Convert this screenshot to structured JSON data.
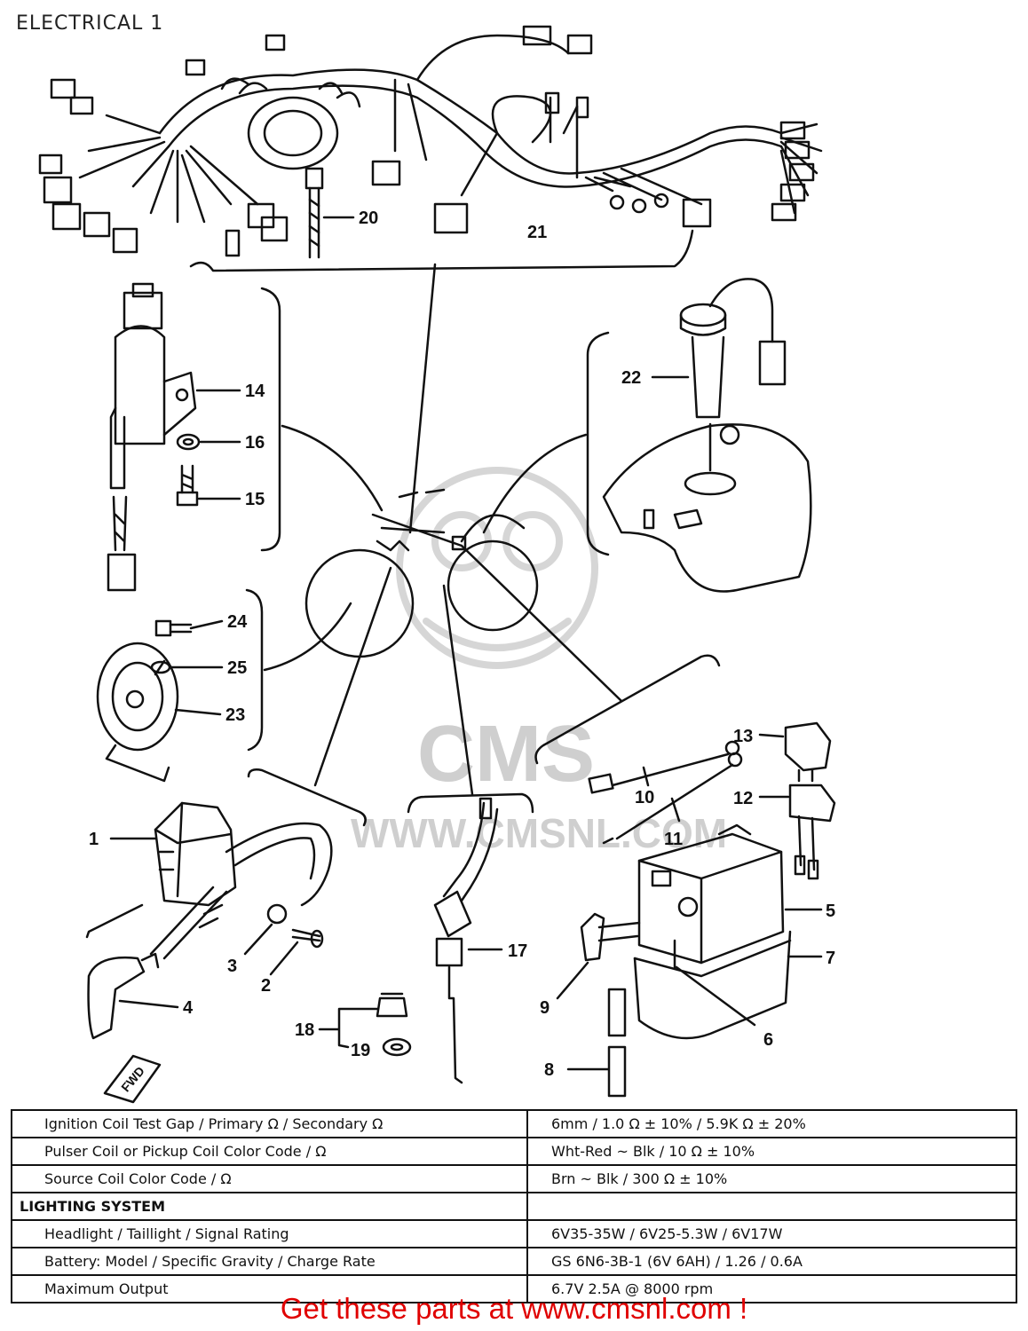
{
  "page": {
    "title": "ELECTRICAL 1"
  },
  "watermark": {
    "brand": "CMS",
    "site": "WWW.CMSNL.COM"
  },
  "fwd_badge": "FWD",
  "callouts": {
    "n1": "1",
    "n2": "2",
    "n3": "3",
    "n4": "4",
    "n5": "5",
    "n6": "6",
    "n7": "7",
    "n8": "8",
    "n9": "9",
    "n10": "10",
    "n11": "11",
    "n12": "12",
    "n13": "13",
    "n14": "14",
    "n15": "15",
    "n16": "16",
    "n17": "17",
    "n18": "18",
    "n19": "19",
    "n20": "20",
    "n21": "21",
    "n22": "22",
    "n23": "23",
    "n24": "24",
    "n25": "25"
  },
  "spec_table": {
    "rows": [
      {
        "label": "Ignition Coil Test Gap / Primary Ω / Secondary Ω",
        "value": "6mm / 1.0 Ω ± 10% / 5.9K Ω ± 20%"
      },
      {
        "label": "Pulser Coil or Pickup Coil Color Code / Ω",
        "value": "Wht-Red ~ Blk / 10 Ω ± 10%"
      },
      {
        "label": "Source Coil Color Code / Ω",
        "value": "Brn ~ Blk / 300 Ω ± 10%"
      },
      {
        "label": "LIGHTING SYSTEM",
        "value": ""
      },
      {
        "label": "Headlight / Taillight / Signal Rating",
        "value": "6V35-35W / 6V25-5.3W / 6V17W"
      },
      {
        "label": "Battery: Model / Specific Gravity / Charge Rate",
        "value": "GS 6N6-3B-1 (6V 6AH) / 1.26 / 0.6A"
      },
      {
        "label": "Maximum Output",
        "value": "6.7V 2.5A @ 8000 rpm"
      }
    ]
  },
  "footer": {
    "text": "Get these parts at www.cmsnl.com !"
  },
  "colors": {
    "footer": "#e00000",
    "line": "#111111",
    "watermark": "#cfcfcf"
  }
}
